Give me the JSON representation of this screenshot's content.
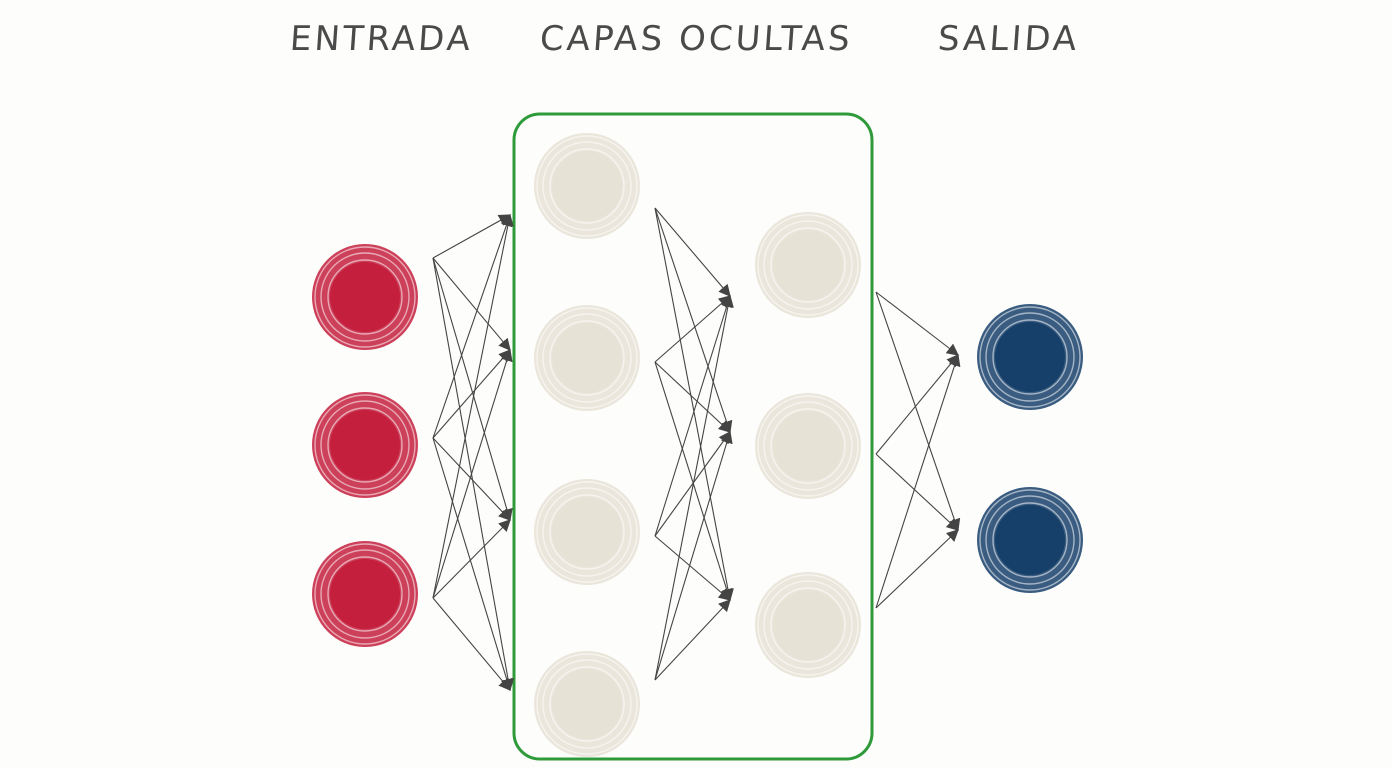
{
  "headings": {
    "input": "ENTRADA",
    "hidden": "CAPAS OCULTAS",
    "output": "SALIDA"
  },
  "layers": [
    {
      "role": "input",
      "neurons": 3,
      "color": "#c41f3d"
    },
    {
      "role": "hidden-1",
      "neurons": 4,
      "color": "#e7e2d6"
    },
    {
      "role": "hidden-2",
      "neurons": 3,
      "color": "#e7e2d6"
    },
    {
      "role": "output",
      "neurons": 2,
      "color": "#16406a"
    }
  ],
  "colors": {
    "hidden_group_border": "#2e9a3a",
    "connection": "#444444",
    "heading_text": "#4a4a4a"
  }
}
